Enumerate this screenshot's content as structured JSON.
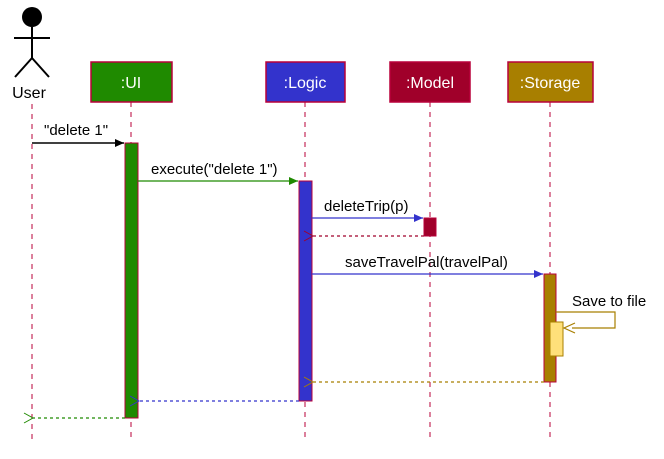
{
  "actor": {
    "label": "User"
  },
  "participants": [
    {
      "id": "ui",
      "label": ":UI",
      "fill": "#1f8a00",
      "border": "#b8003a",
      "text": "#ffffff"
    },
    {
      "id": "logic",
      "label": ":Logic",
      "fill": "#3333cc",
      "border": "#b8003a",
      "text": "#ffffff"
    },
    {
      "id": "model",
      "label": ":Model",
      "fill": "#a0002a",
      "border": "#b8003a",
      "text": "#ffffff"
    },
    {
      "id": "storage",
      "label": ":Storage",
      "fill": "#a87f00",
      "border": "#b8003a",
      "text": "#ffffff"
    }
  ],
  "messages": [
    {
      "id": "msg-delete-command",
      "label": "\"delete 1\"",
      "from": "user",
      "to": "ui",
      "kind": "call",
      "color": "#000000"
    },
    {
      "id": "msg-execute",
      "label": "execute(\"delete 1\")",
      "from": "ui",
      "to": "logic",
      "kind": "call",
      "color": "#1f8a00"
    },
    {
      "id": "msg-delete-trip",
      "label": "deleteTrip(p)",
      "from": "logic",
      "to": "model",
      "kind": "call",
      "color": "#3333cc"
    },
    {
      "id": "msg-model-return",
      "label": "",
      "from": "model",
      "to": "logic",
      "kind": "return",
      "color": "#a0002a"
    },
    {
      "id": "msg-save-travelpal",
      "label": "saveTravelPal(travelPal)",
      "from": "logic",
      "to": "storage",
      "kind": "call",
      "color": "#3333cc"
    },
    {
      "id": "msg-save-to-file",
      "label": "Save to file",
      "from": "storage",
      "to": "storage",
      "kind": "self",
      "color": "#a87f00"
    },
    {
      "id": "msg-storage-return",
      "label": "",
      "from": "storage",
      "to": "logic",
      "kind": "return",
      "color": "#a87f00"
    },
    {
      "id": "msg-logic-return",
      "label": "",
      "from": "logic",
      "to": "ui",
      "kind": "return",
      "color": "#3333cc"
    },
    {
      "id": "msg-ui-return",
      "label": "",
      "from": "ui",
      "to": "user",
      "kind": "return",
      "color": "#1f8a00"
    }
  ],
  "colors": {
    "lifeline": "#b8003a",
    "self_activation_fill": "#ffe07a",
    "self_activation_border": "#a87f00"
  }
}
